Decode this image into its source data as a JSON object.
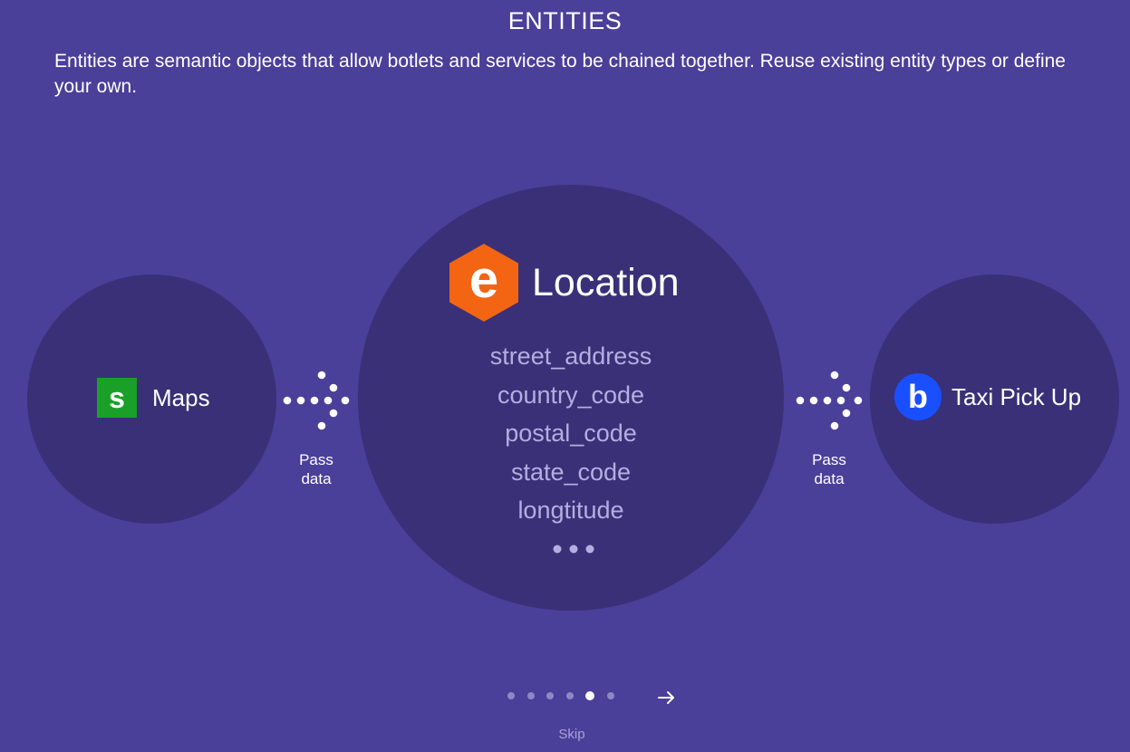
{
  "header": {
    "title": "ENTITIES",
    "description": "Entities are semantic objects that allow botlets and services to be chained together. Reuse existing entity types or define your own."
  },
  "left_service": {
    "icon_letter": "s",
    "icon_name": "maps-s-icon",
    "icon_color": "#1aa028",
    "label": "Maps"
  },
  "entity": {
    "icon_letter": "e",
    "icon_name": "entity-hexagon-icon",
    "icon_color": "#f36512",
    "title": "Location",
    "fields": [
      "street_address",
      "country_code",
      "postal_code",
      "state_code",
      "longtitude"
    ],
    "more_icon": "ellipsis-icon"
  },
  "right_service": {
    "icon_letter": "b",
    "icon_name": "taxi-b-icon",
    "icon_color": "#1a4fff",
    "label": "Taxi Pick Up"
  },
  "flow_left": {
    "label_line1": "Pass",
    "label_line2": "data",
    "icon_name": "dotted-arrow-right-icon"
  },
  "flow_right": {
    "label_line1": "Pass",
    "label_line2": "data",
    "icon_name": "dotted-arrow-right-icon"
  },
  "pager": {
    "total": 6,
    "current": 5,
    "next_icon": "arrow-right-icon"
  },
  "footer": {
    "skip_label": "Skip"
  },
  "colors": {
    "background": "#4a3f99",
    "circle": "#393078",
    "field_text": "#b4aee0"
  }
}
